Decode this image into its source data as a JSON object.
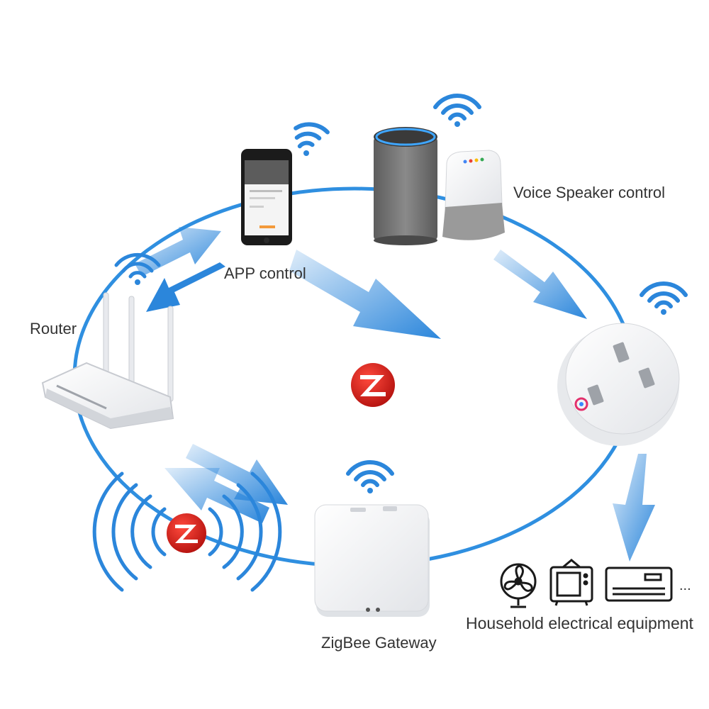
{
  "labels": {
    "router": "Router",
    "app_control": "APP control",
    "voice_control": "Voice Speaker control",
    "gateway": "ZigBee Gateway",
    "household": "Household electrical equipment",
    "more": "..."
  },
  "icons": [
    "wifi-icon",
    "zigbee-logo-icon",
    "fan-icon",
    "tv-icon",
    "air-conditioner-icon"
  ],
  "colors": {
    "ring": "#2f8fe0",
    "arrow": "#2b86db",
    "zigbee_red": "#d9221d",
    "label_text": "#333333"
  }
}
